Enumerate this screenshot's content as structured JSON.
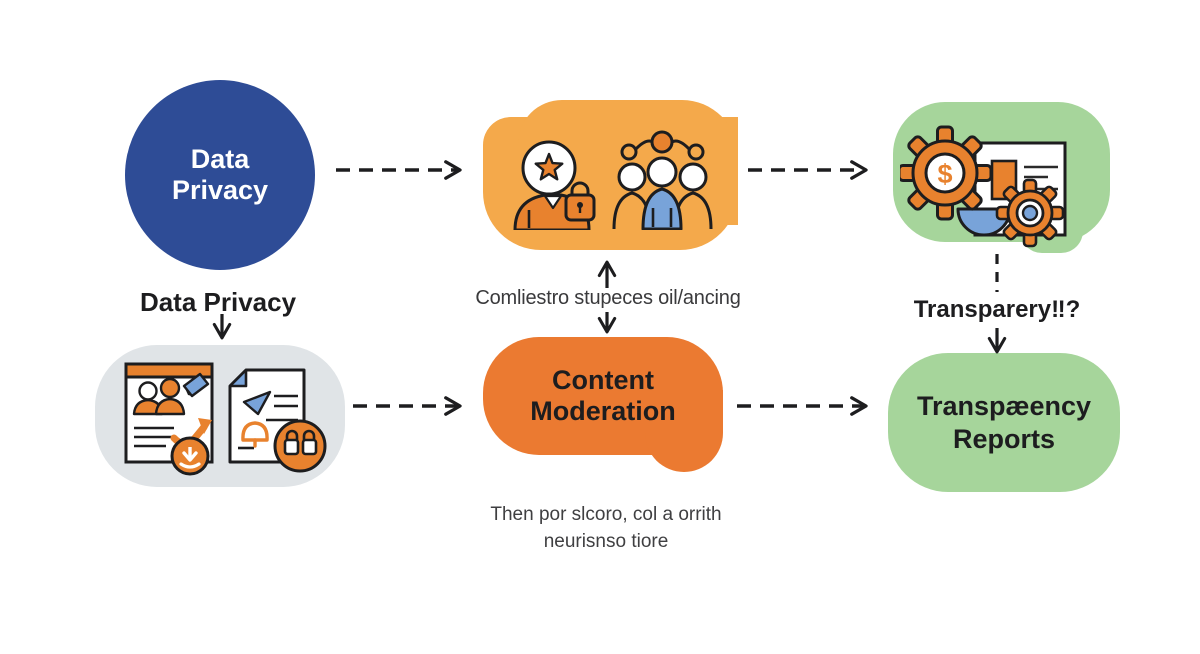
{
  "colors": {
    "background": "#ffffff",
    "blue_node": "#2e4c96",
    "orange_light": "#f4a94b",
    "orange_dark": "#eb7a31",
    "green": "#a6d59b",
    "gray": "#e0e4e7",
    "icon_orange": "#e8822e",
    "icon_blue": "#78a3d9",
    "text_dark": "#1d1d1f",
    "text_gray": "#3f3f41"
  },
  "nodes": {
    "data_privacy": {
      "label": "Data Privacy"
    },
    "compliance_blob": {
      "icons": [
        "user-star-badge-icon",
        "lock-icon",
        "team-network-icon"
      ]
    },
    "automation_blob": {
      "icons": [
        "gear-dollar-icon",
        "report-document-icon",
        "gear-icon",
        "bowl-icon"
      ],
      "dollar_glyph": "$"
    },
    "documents_blob": {
      "icons": [
        "user-document-download-icon",
        "flagged-report-locks-icon"
      ]
    },
    "content_moderation": {
      "label": "Content Moderation"
    },
    "transparency_reports": {
      "label": "Transpæency Reports"
    }
  },
  "captions": {
    "data_privacy": "Data Privacy",
    "middle": "Comliestro stupeces oil/ancing",
    "right": "Transparery‼?",
    "bottom_line1": "Then por slcoro, col a orrith",
    "bottom_line2": "neurisnso tiore"
  }
}
